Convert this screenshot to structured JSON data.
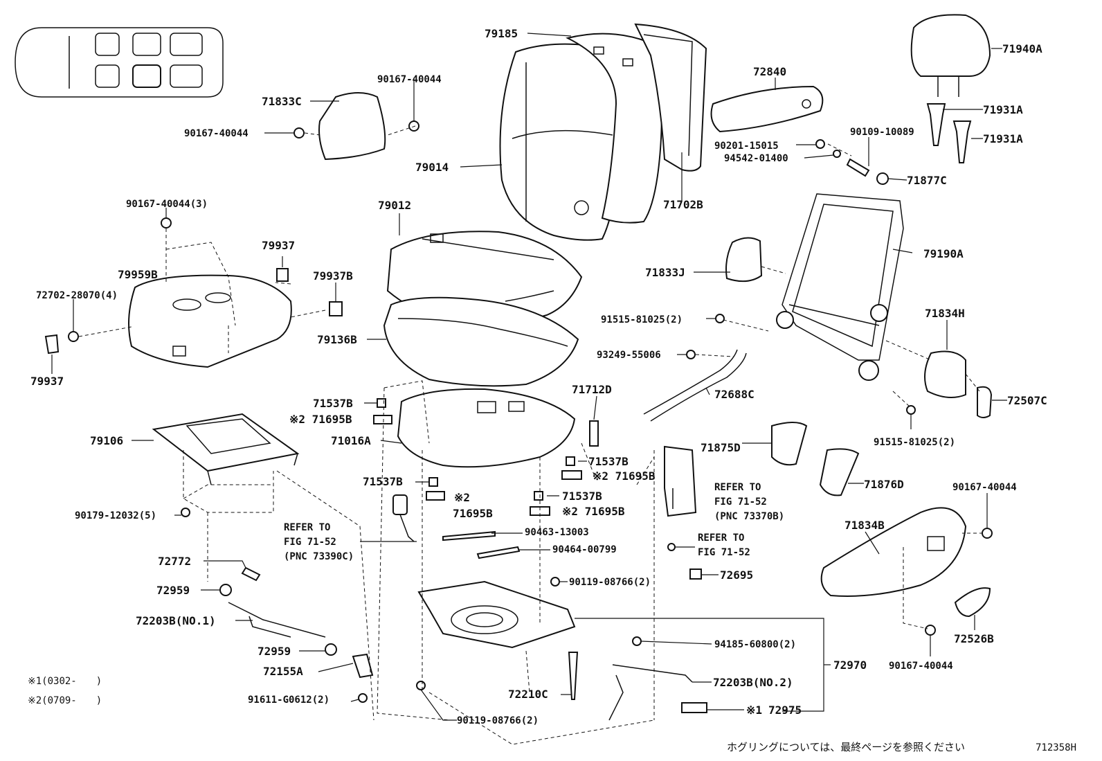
{
  "labels": [
    "79185",
    "90167-40044",
    "71833C",
    "90167-40044",
    "79014",
    "71702B",
    "72840",
    "90109-10089",
    "90201-15015",
    "94542-01400",
    "71877C",
    "71940A",
    "71931A",
    "71931A",
    "90167-40044(3)",
    "79937",
    "79959B",
    "79937B",
    "72702-28070(4)",
    "79937",
    "79012",
    "79136B",
    "71833J",
    "79190A",
    "91515-81025(2)",
    "71834H",
    "93249-55006",
    "72688C",
    "72507C",
    "91515-81025(2)",
    "71537B",
    "※2 71695B",
    "71712D",
    "71016A",
    "79106",
    "71537B",
    "※2 71695B",
    "71537B",
    "※2",
    "71695B",
    "71537B",
    "※2 71695B",
    "71875D",
    "71876D",
    "90167-40044",
    "90179-12032(5)",
    "90463-13003",
    "90464-00799",
    "71834B",
    "72772",
    "90119-08766(2)",
    "72695",
    "72959",
    "72203B(NO.1)",
    "72526B",
    "72959",
    "94185-60800(2)",
    "72970",
    "90167-40044",
    "72155A",
    "72203B(NO.2)",
    "91611-G0612(2)",
    "72210C",
    "※1",
    "72975",
    "90119-08766(2)"
  ],
  "refs": [
    [
      "REFER TO",
      "FIG 71-52",
      "(PNC 73390C)"
    ],
    [
      "REFER TO",
      "FIG 71-52",
      "(PNC 73370B)"
    ],
    [
      "REFER TO",
      "FIG 71-52"
    ]
  ],
  "notes": [
    "※1(0302-　　)",
    "※2(0709-　　)"
  ],
  "footer": {
    "japanese": "ホグリングについては、最終ページを参照ください",
    "code": "712358H"
  }
}
